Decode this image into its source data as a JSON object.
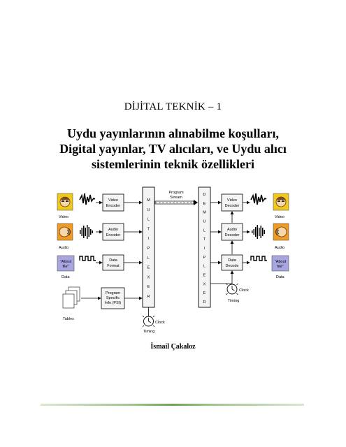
{
  "document": {
    "kicker": "DİJİTAL TEKNİK – 1",
    "title_lines": [
      "Uydu yayınlarının alınabilme koşulları,",
      "Digital yayınlar, TV alıcıları, ve Uydu alıcı",
      "sistemlerinin teknik özellikleri"
    ],
    "author": "İsmail Çakaloz"
  },
  "diagram": {
    "left": {
      "video_label": "Video",
      "audio_label": "Audio",
      "data_label": "Data",
      "tables_label": "Tables",
      "about_file_1": "\"About",
      "about_file_2": "file\"",
      "video_encoder_1": "Video",
      "video_encoder_2": "Encoder",
      "audio_encoder_1": "Audio",
      "audio_encoder_2": "Encoder",
      "data_format_1": "Data",
      "data_format_2": "Format",
      "psi_1": "Program",
      "psi_2": "Specific",
      "psi_3": "Info (PSI)",
      "clock_label": "Clock",
      "timing_label": "Timing"
    },
    "multiplexer_letters": [
      "M",
      "U",
      "L",
      "T",
      "I",
      "P",
      "L",
      "E",
      "X",
      "E",
      "R"
    ],
    "stream_1": "Program",
    "stream_2": "Stream",
    "demultiplexer_letters": [
      "D",
      "E",
      "M",
      "U",
      "L",
      "T",
      "I",
      "P",
      "L",
      "E",
      "X",
      "E",
      "R"
    ],
    "right": {
      "video_label": "Video",
      "audio_label": "Audio",
      "data_label": "Data",
      "about_file_1": "\"About",
      "about_file_2": "file\"",
      "video_decoder_1": "Video",
      "video_decoder_2": "Decoder",
      "audio_decoder_1": "Audio",
      "audio_decoder_2": "Decoder",
      "data_decode_1": "Data",
      "data_decode_2": "Decode",
      "clock_label": "Clock",
      "timing_label": "Timing"
    },
    "colors": {
      "video_icon": "#f2c81a",
      "audio_icon": "#f09a22",
      "data_icon": "#a8a6e0",
      "block_fill": "#f4f4f4",
      "line": "#000000"
    }
  }
}
